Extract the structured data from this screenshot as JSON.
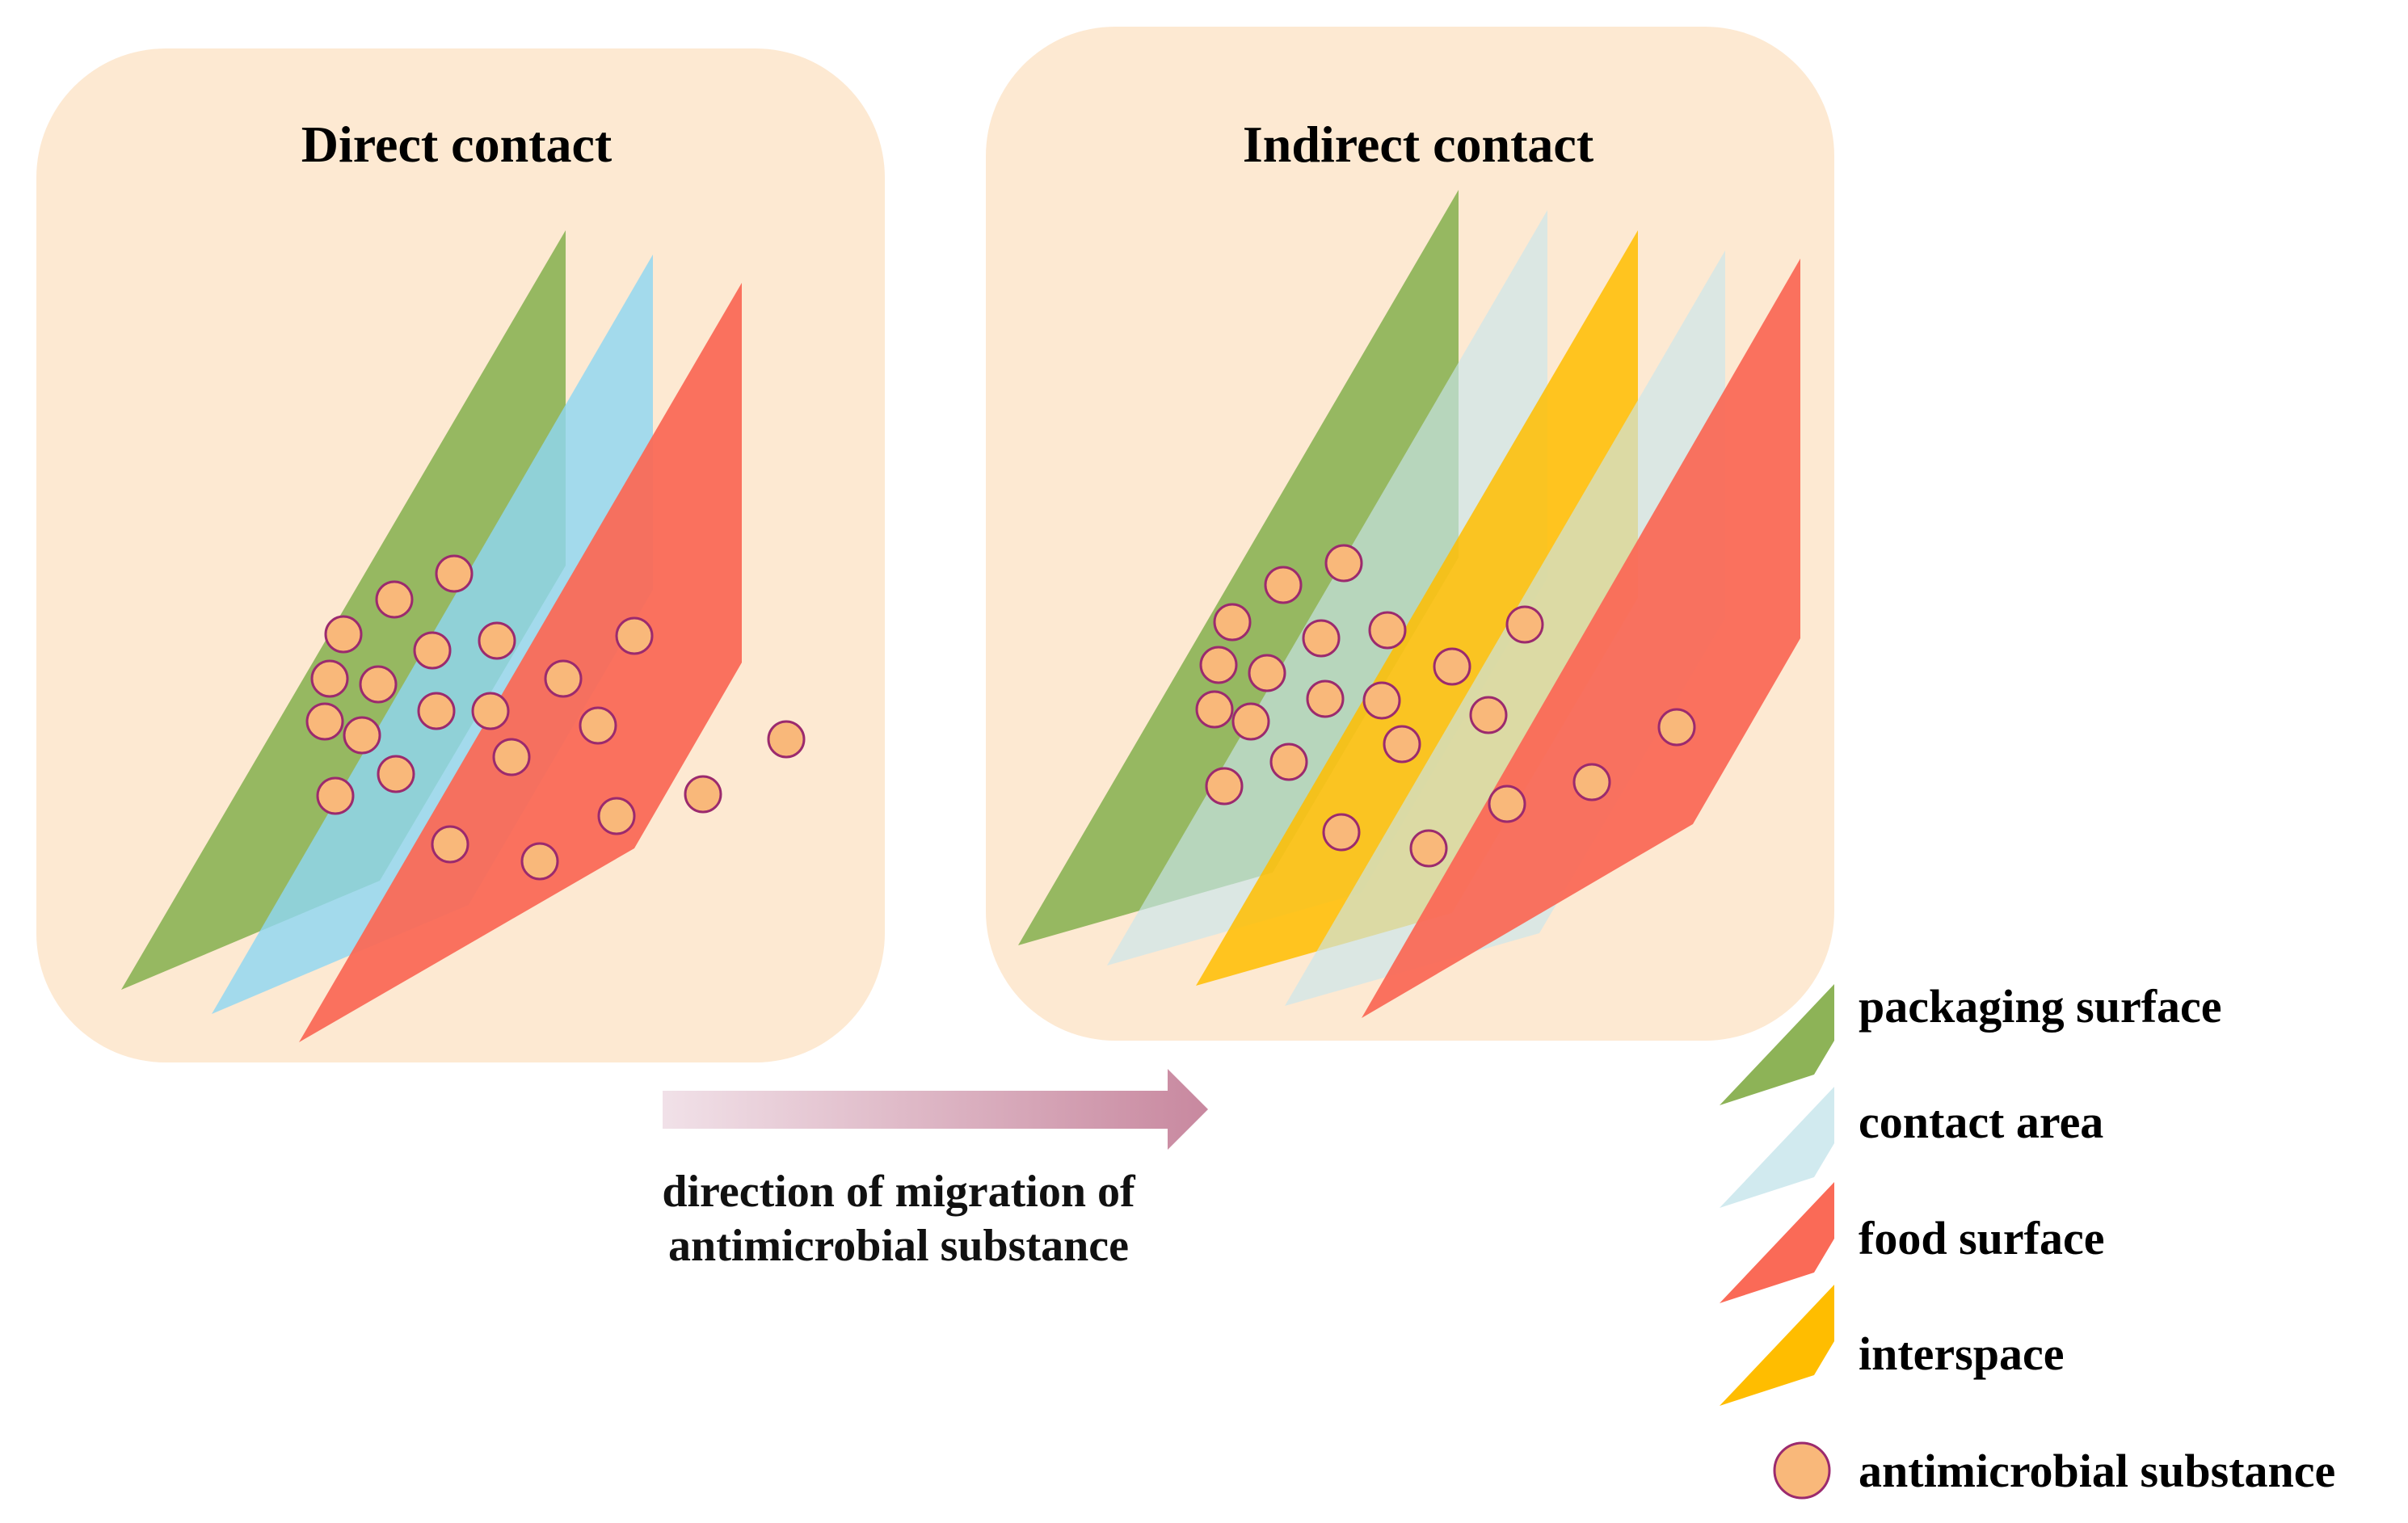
{
  "panels": {
    "direct": {
      "title": "Direct contact"
    },
    "indirect": {
      "title": "Indirect contact"
    }
  },
  "arrow": {
    "caption_line1": "direction of migration of",
    "caption_line2": "antimicrobial substance"
  },
  "legend": {
    "packaging_surface": "packaging surface",
    "contact_area": "contact area",
    "food_surface": "food surface",
    "interspace": "interspace",
    "antimicrobial_substance": "antimicrobial substance"
  },
  "colors": {
    "panel_background": "#FDE9D2",
    "packaging_surface": "#8DB357",
    "contact_area": "#8FD7F1",
    "contact_area_indirect": "#C9E6EC",
    "food_surface": "#FA6A57",
    "interspace": "#FFBD00",
    "particle_fill": "#F9B87A",
    "particle_stroke": "#9B2A6E",
    "arrow_start": "#F1E1E8",
    "arrow_end": "#C8889F"
  }
}
